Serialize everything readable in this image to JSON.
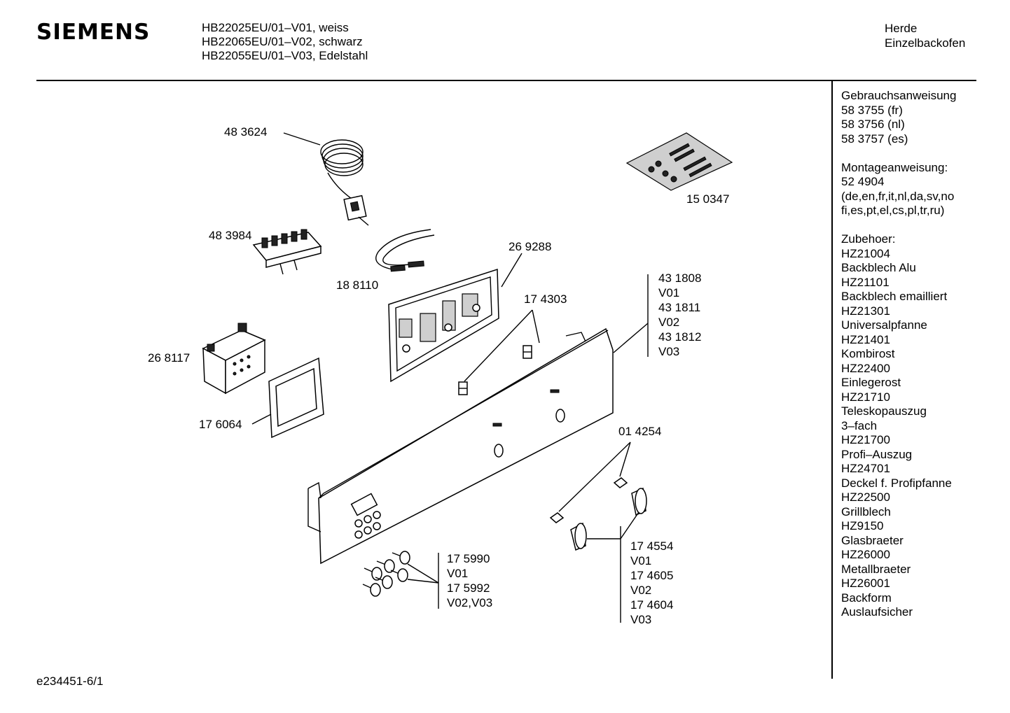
{
  "header": {
    "brand": "SIEMENS",
    "models": [
      "HB22025EU/01–V01, weiss",
      "HB22065EU/01–V02, schwarz",
      "HB22055EU/01–V03, Edelstahl"
    ],
    "category": [
      "Herde",
      "Einzelbackofen"
    ]
  },
  "sidebar": {
    "groups": [
      [
        "Gebrauchsanweisung",
        "58 3755 (fr)",
        "58 3756 (nl)",
        "58 3757 (es)"
      ],
      [
        "Montageanweisung:",
        "52 4904",
        "(de,en,fr,it,nl,da,sv,no",
        "fi,es,pt,el,cs,pl,tr,ru)"
      ],
      [
        "Zubehoer:",
        "HZ21004",
        "Backblech Alu",
        "HZ21101",
        "Backblech emailliert",
        "HZ21301",
        "Universalpfanne",
        "HZ21401",
        "Kombirost",
        "HZ22400",
        "Einlegerost",
        "HZ21710",
        "Teleskopauszug",
        "3–fach",
        "HZ21700",
        "Profi–Auszug",
        "HZ24701",
        "Deckel f. Profipfanne",
        "HZ22500",
        "Grillblech",
        "HZ9150",
        "Glasbraeter",
        "HZ26000",
        "Metallbraeter",
        "HZ26001",
        "Backform",
        "Auslaufsicher"
      ]
    ]
  },
  "callouts": {
    "p483624": "48 3624",
    "p150347": "15 0347",
    "p483984": "48 3984",
    "p188110": "18 8110",
    "p269288": "26 9288",
    "p174303": "17 4303",
    "p268117": "26 8117",
    "p176064": "17 6064",
    "p014254": "01 4254",
    "p431808": [
      "43 1808",
      "V01",
      "43 1811",
      "V02",
      "43 1812",
      "V03"
    ],
    "p175990": [
      "17 5990",
      "V01",
      "17 5992",
      "V02,V03"
    ],
    "p174554": [
      "17 4554",
      "V01",
      "17 4605",
      "V02",
      "17 4604",
      "V03"
    ]
  },
  "footer": {
    "code": "e234451-6/1"
  }
}
